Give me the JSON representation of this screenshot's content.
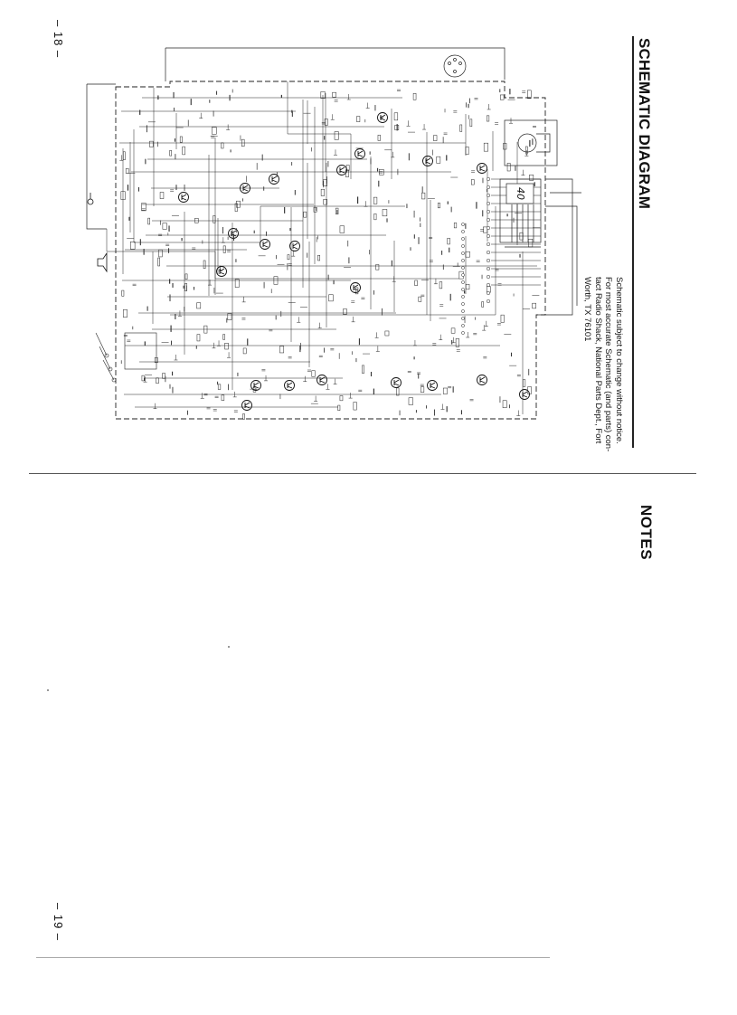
{
  "page_numbers": {
    "top": "– 18 –",
    "bottom": "– 19 –"
  },
  "schematic_section": {
    "heading": "SCHEMATIC DIAGRAM",
    "note_lines": [
      "Schematic subject to change without notice.",
      "For most accurate Schematic (and parts) con-",
      "tact Radio Shack, National Parts Dept., Fort",
      "Worth, TX 76101"
    ],
    "channel_display": "40"
  },
  "notes_section": {
    "heading": "NOTES"
  },
  "colors": {
    "ink": "#111111",
    "paper": "#ffffff"
  }
}
